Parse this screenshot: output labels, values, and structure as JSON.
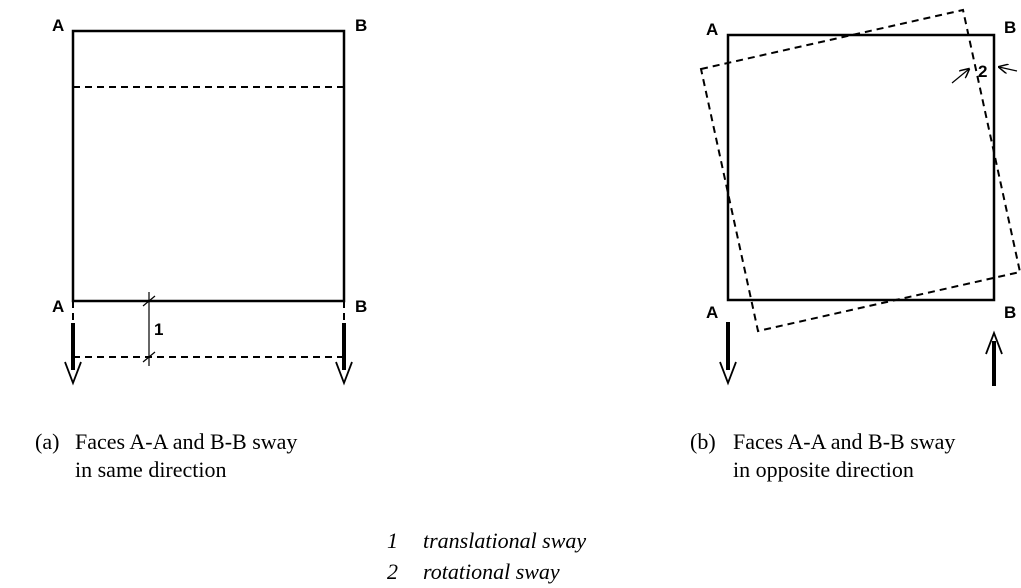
{
  "panel_a": {
    "corner_top_left": "A",
    "corner_top_right": "B",
    "corner_bottom_left": "A",
    "corner_bottom_right": "B",
    "dimension_label": "1",
    "caption_marker": "(a)",
    "caption_line1": "Faces A-A and B-B sway",
    "caption_line2": "in same direction"
  },
  "panel_b": {
    "corner_top_left": "A",
    "corner_top_right": "B",
    "corner_bottom_left": "A",
    "corner_bottom_right": "B",
    "dimension_label": "2",
    "caption_marker": "(b)",
    "caption_line1": "Faces A-A and B-B sway",
    "caption_line2": "in opposite direction"
  },
  "legend": [
    {
      "key": "1",
      "text": "translational sway"
    },
    {
      "key": "2",
      "text": "rotational sway"
    }
  ]
}
